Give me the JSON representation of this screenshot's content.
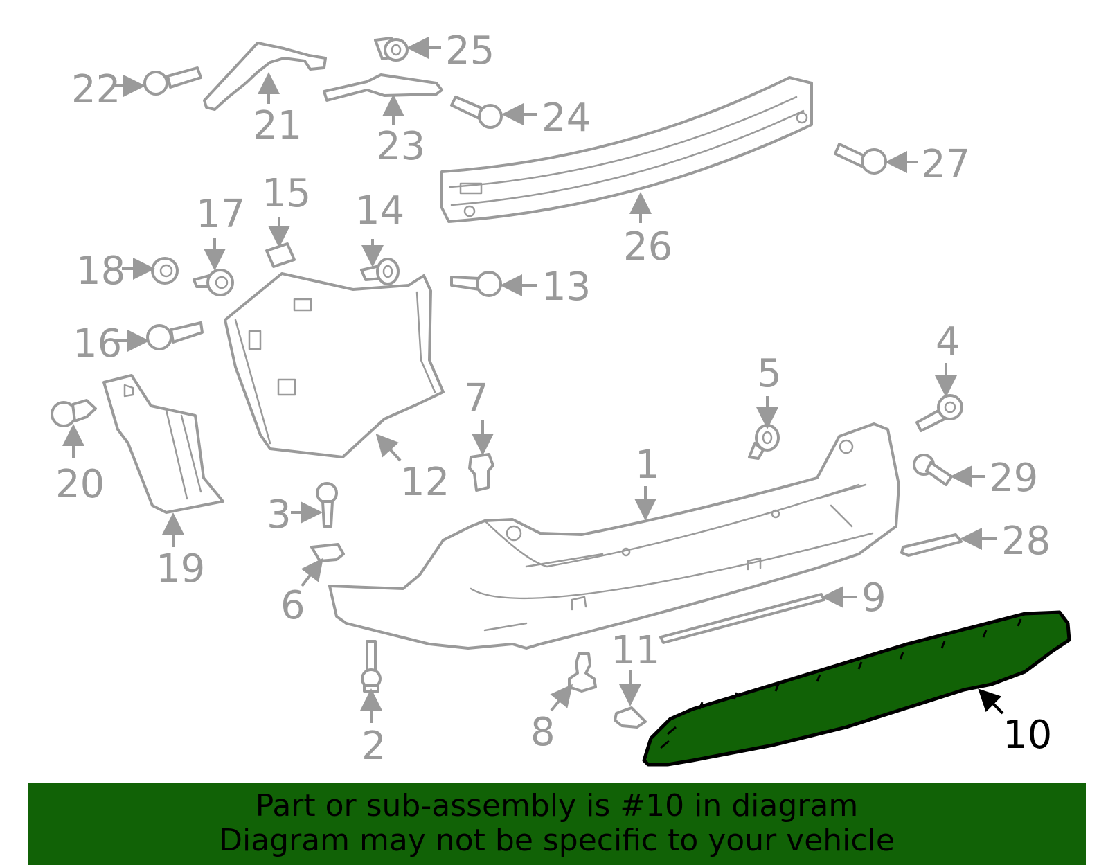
{
  "highlight_color": "#116206",
  "part_color": "#9a9a9a",
  "callouts": {
    "c1": "1",
    "c2": "2",
    "c3": "3",
    "c4": "4",
    "c5": "5",
    "c6": "6",
    "c7": "7",
    "c8": "8",
    "c9": "9",
    "c10": "10",
    "c11": "11",
    "c12": "12",
    "c13": "13",
    "c14": "14",
    "c15": "15",
    "c16": "16",
    "c17": "17",
    "c18": "18",
    "c19": "19",
    "c20": "20",
    "c21": "21",
    "c22": "22",
    "c23": "23",
    "c24": "24",
    "c25": "25",
    "c26": "26",
    "c27": "27",
    "c28": "28",
    "c29": "29"
  },
  "highlighted_part": "10",
  "banner": {
    "line1": "Part or sub-assembly is #10 in diagram",
    "line2": "Diagram may not be specific to your vehicle"
  }
}
